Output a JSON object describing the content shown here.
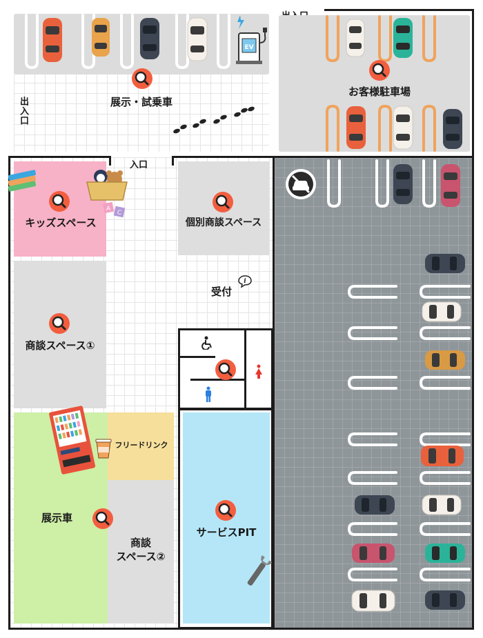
{
  "map": {
    "showroom_lot_label": "展示・試乗車",
    "customer_parking_label": "お客様駐車場",
    "exit_top": "出入口",
    "exit_left": "出入口",
    "entrance": "入口",
    "kids_space": "キッズスペース",
    "consult_individual": "個別商談スペース",
    "consult_1": "商談スペース①",
    "consult_2_line1": "商談",
    "consult_2_line2": "スペース②",
    "reception": "受付",
    "free_drink": "フリードリンク",
    "display_car": "展示車",
    "service_pit": "サービスPIT",
    "ev_label": "EV"
  },
  "icons": [
    "magnifier-icon",
    "ev-charger-icon",
    "no-car-icon",
    "info-icon",
    "wheelchair-icon",
    "female-icon",
    "male-icon",
    "wrench-icon",
    "arrow-down-icon",
    "footprints-icon",
    "vending-machine-icon",
    "cup-icon",
    "books-icon",
    "toys-icon"
  ],
  "colors": {
    "kids": "#f7b2c8",
    "consult_gray": "#dedede",
    "free_drink": "#f6df9b",
    "display_green": "#cdefa6",
    "service_blue": "#b5e6f8",
    "parking_dark": "#8f969a",
    "magnifier_orange": "#f35e3f",
    "accent_orange": "#f0a35c"
  }
}
